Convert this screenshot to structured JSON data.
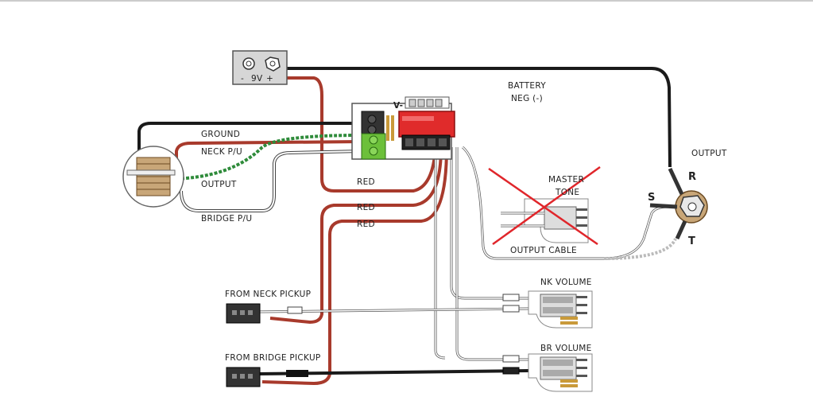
{
  "labels": {
    "battery_title": "BATTERY",
    "battery_sub": "NEG (-)",
    "output_title": "OUTPUT",
    "ground": "GROUND",
    "neck_pu": "NECK P/U",
    "output_jack_lbl": "OUTPUT",
    "bridge_pu": "BRIDGE P/U",
    "red1": "RED",
    "red2": "RED",
    "red3": "RED",
    "master_tone_1": "MASTER",
    "master_tone_2": "TONE",
    "output_cable": "OUTPUT CABLE",
    "nk_volume": "NK VOLUME",
    "br_volume": "BR VOLUME",
    "from_neck": "FROM NECK PICKUP",
    "from_bridge": "FROM BRIDGE PICKUP",
    "battery_minus": "-",
    "battery_9v": "9V",
    "battery_plus": "+",
    "board_v": "V-",
    "jack_r": "R",
    "jack_s": "S",
    "jack_t": "T"
  },
  "colors": {
    "red_wire": "#a83a2c",
    "black_wire": "#1a1a1a",
    "green_wire": "#2e8b3a",
    "cross": "#e0262b",
    "red_connector": "#e02b2b",
    "green_terminal": "#6cc03a"
  },
  "icons": [
    "battery-clip-icon",
    "pickup-coil-icon",
    "stereo-jack-icon",
    "crossed-out-mark-icon"
  ]
}
